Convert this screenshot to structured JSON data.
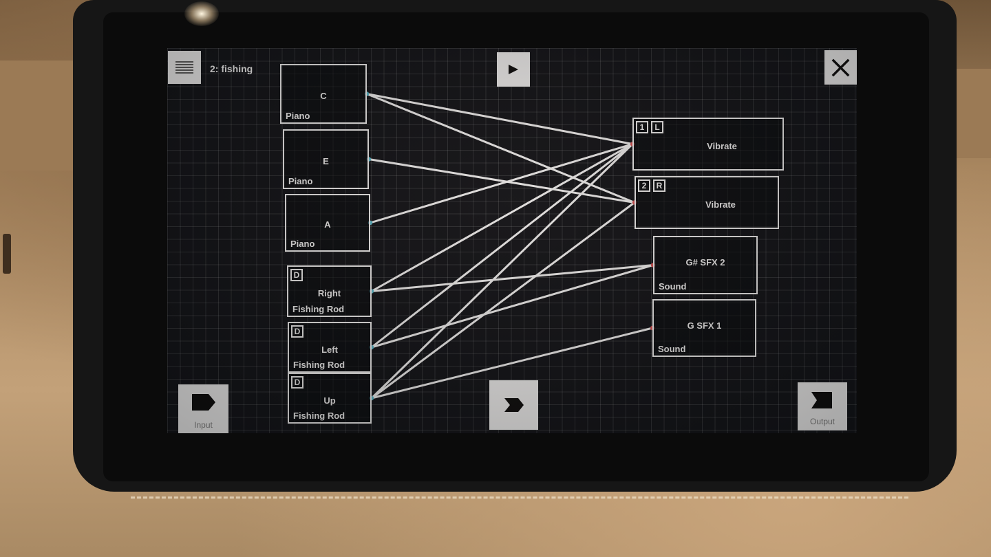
{
  "header": {
    "title": "2: fishing",
    "menu_icon": "hamburger-menu-icon",
    "play_icon": "play-icon",
    "close_icon": "close-x-icon"
  },
  "inputs": [
    {
      "id": "in-c",
      "label": "C",
      "type": "Piano"
    },
    {
      "id": "in-e",
      "label": "E",
      "type": "Piano"
    },
    {
      "id": "in-a",
      "label": "A",
      "type": "Piano"
    },
    {
      "id": "in-right",
      "tag": "D",
      "label": "Right",
      "type": "Fishing Rod"
    },
    {
      "id": "in-left",
      "tag": "D",
      "label": "Left",
      "type": "Fishing Rod"
    },
    {
      "id": "in-up",
      "tag": "D",
      "label": "Up",
      "type": "Fishing Rod"
    }
  ],
  "outputs": [
    {
      "id": "out-vib-l",
      "tags": [
        "1",
        "L"
      ],
      "label": "Vibrate",
      "type": ""
    },
    {
      "id": "out-vib-r",
      "tags": [
        "2",
        "R"
      ],
      "label": "Vibrate",
      "type": ""
    },
    {
      "id": "out-gsharp",
      "label": "G# SFX 2",
      "type": "Sound"
    },
    {
      "id": "out-g",
      "label": "G SFX 1",
      "type": "Sound"
    }
  ],
  "connections": [
    [
      "in-c",
      "out-vib-l"
    ],
    [
      "in-c",
      "out-vib-r"
    ],
    [
      "in-e",
      "out-vib-r"
    ],
    [
      "in-a",
      "out-vib-l"
    ],
    [
      "in-right",
      "out-vib-l"
    ],
    [
      "in-right",
      "out-gsharp"
    ],
    [
      "in-left",
      "out-vib-l"
    ],
    [
      "in-left",
      "out-gsharp"
    ],
    [
      "in-up",
      "out-vib-l"
    ],
    [
      "in-up",
      "out-vib-r"
    ],
    [
      "in-up",
      "out-g"
    ]
  ],
  "footer": {
    "input_label": "Input",
    "output_label": "Output",
    "input_icon": "input-arrow-icon",
    "middle_icon": "chevron-right-icon",
    "output_icon": "output-arrow-icon"
  },
  "colors": {
    "line": "#ffffff",
    "out_port": "#5fc3d6",
    "in_port": "#e0595a",
    "grid_bg": "#15171c"
  }
}
